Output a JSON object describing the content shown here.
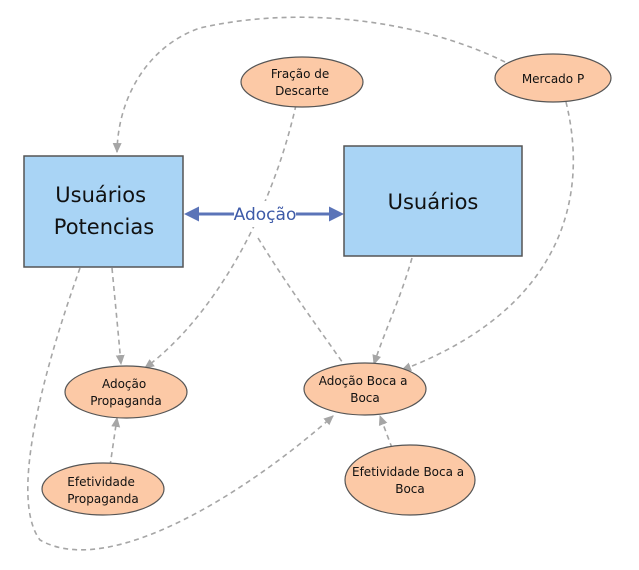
{
  "nodes": {
    "usuarios_potencias": {
      "lines": [
        "Usuários",
        "Potencias"
      ]
    },
    "usuarios": {
      "lines": [
        "Usuários"
      ]
    },
    "fracao_descarte": {
      "lines": [
        "Fração de",
        "Descarte"
      ]
    },
    "mercado_p": {
      "lines": [
        "Mercado P"
      ]
    },
    "adocao_propaganda": {
      "lines": [
        "Adoção",
        "Propaganda"
      ]
    },
    "adocao_boca": {
      "lines": [
        "Adoção Boca a",
        "Boca"
      ]
    },
    "efetividade_propaganda": {
      "lines": [
        "Efetividade",
        "Propaganda"
      ]
    },
    "efetividade_boca": {
      "lines": [
        "Efetividade Boca a",
        "Boca"
      ]
    }
  },
  "flow": {
    "label": "Adoção"
  },
  "colors": {
    "stock_fill": "#a9d4f5",
    "stock_stroke": "#555555",
    "aux_fill": "#fcc9a6",
    "aux_stroke": "#555555",
    "flow": "#5b74b8",
    "link": "#a6a6a6"
  }
}
